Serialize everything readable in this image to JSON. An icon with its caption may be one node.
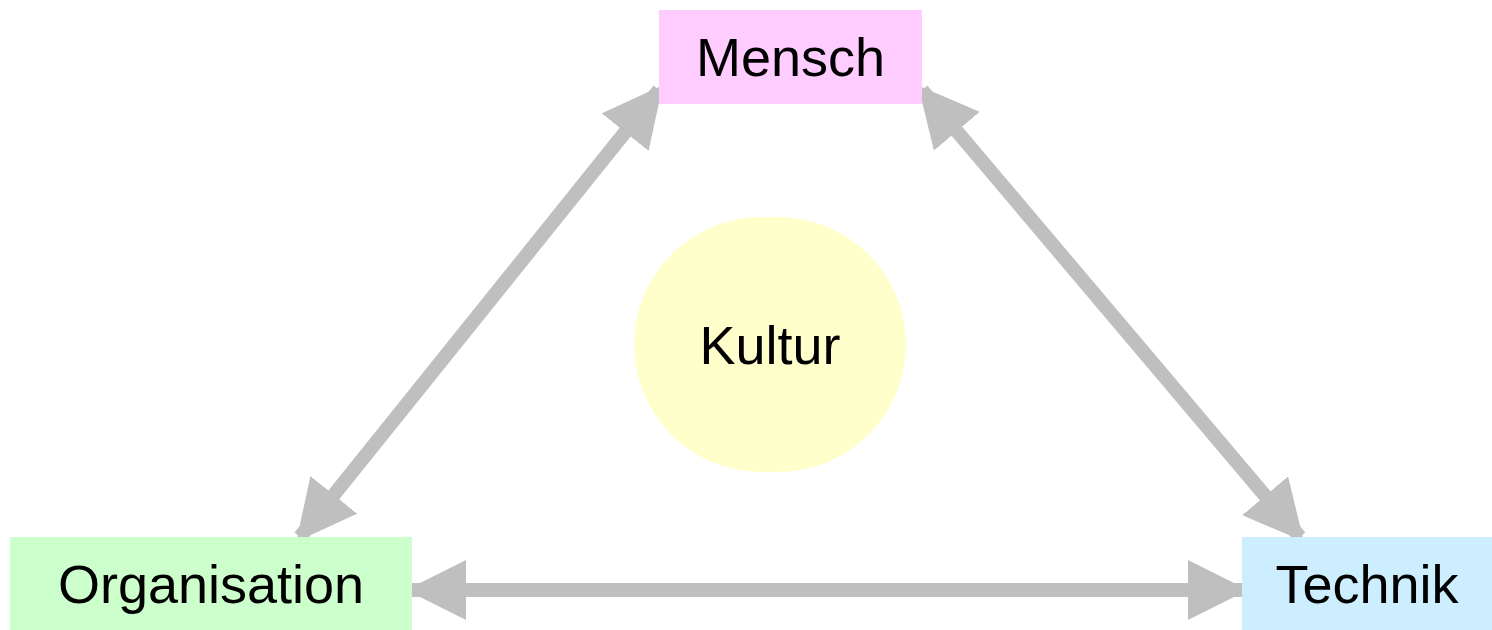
{
  "diagram": {
    "nodes": [
      {
        "text": [
          "Mensch"
        ]
      },
      {
        "text": [
          "Kultur"
        ]
      },
      {
        "text": [
          "Organisation"
        ]
      },
      {
        "text": [
          "Technik"
        ]
      }
    ],
    "edges": [
      {
        "from": 2,
        "to": 0,
        "arrow": "both"
      },
      {
        "from": 0,
        "to": 3,
        "arrow": "both"
      },
      {
        "from": 2,
        "to": 3,
        "arrow": "both"
      }
    ]
  }
}
